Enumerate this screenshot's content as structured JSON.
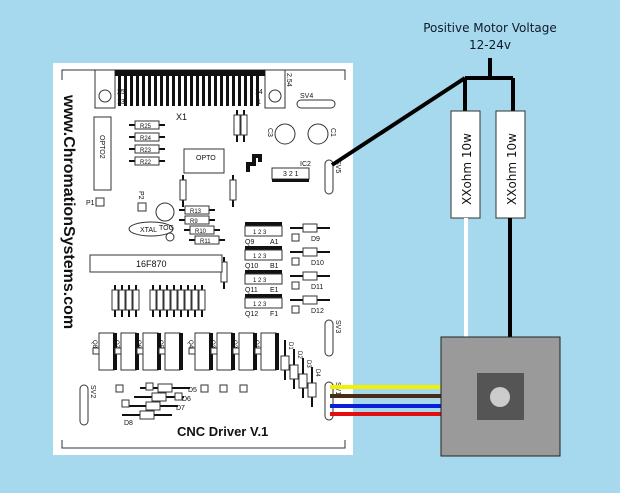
{
  "supply": {
    "title": "Positive Motor Voltage",
    "range": "12-24v"
  },
  "resistors": [
    {
      "label": "XXohm 10w"
    },
    {
      "label": "XXohm 10w"
    }
  ],
  "pcb": {
    "website": "www.ChromationSystems.com",
    "board_title": "CNC Driver V.1",
    "heatsink": {
      "label": "X1",
      "pins_left_top": "25",
      "pins_left_bottom": "13",
      "pins_right_top": "14",
      "pins_right_bottom": "1",
      "side": "2.54"
    },
    "chips": {
      "mcu": "16F870",
      "opto": "OPTO",
      "opto2": "OPTO2",
      "xtal": "XTAL",
      "ic2": "IC2",
      "ic2_pins": "3 2 1"
    },
    "headers": {
      "sv4": "SV4",
      "sv5": "SV5",
      "sv3": "SV3",
      "sv2": "SV2",
      "sv1": "SV1"
    },
    "caps": [
      "C3",
      "C1"
    ],
    "pads": [
      "P1",
      "P2",
      "TOG"
    ],
    "small_resistors": [
      "R25",
      "R24",
      "R23",
      "R22",
      "R13",
      "R9",
      "R10",
      "R11"
    ],
    "small_transistors": [
      {
        "q": "Q9",
        "pin": "A1"
      },
      {
        "q": "Q10",
        "pin": "B1"
      },
      {
        "q": "Q11",
        "pin": "E1"
      },
      {
        "q": "Q12",
        "pin": "F1"
      }
    ],
    "diodes_right": [
      "D9",
      "D10",
      "D11",
      "D12"
    ],
    "power_transistors": [
      "Q8",
      "Q7",
      "Q6",
      "Q5",
      "Q4",
      "Q3",
      "Q2",
      "Q1"
    ],
    "diodes_bottom": [
      "D5",
      "D6",
      "D7",
      "D8"
    ],
    "diodes_stack": [
      "D1",
      "D2",
      "D3",
      "D4"
    ]
  },
  "wires": {
    "colors": [
      "#f2f200",
      "#4a2c12",
      "#0a1fd8",
      "#e01010"
    ]
  },
  "colors": {
    "background": "#a6d9ee",
    "motor": "#9a9a9a",
    "motor_inner": "#555555",
    "shaft": "#cccccc"
  }
}
